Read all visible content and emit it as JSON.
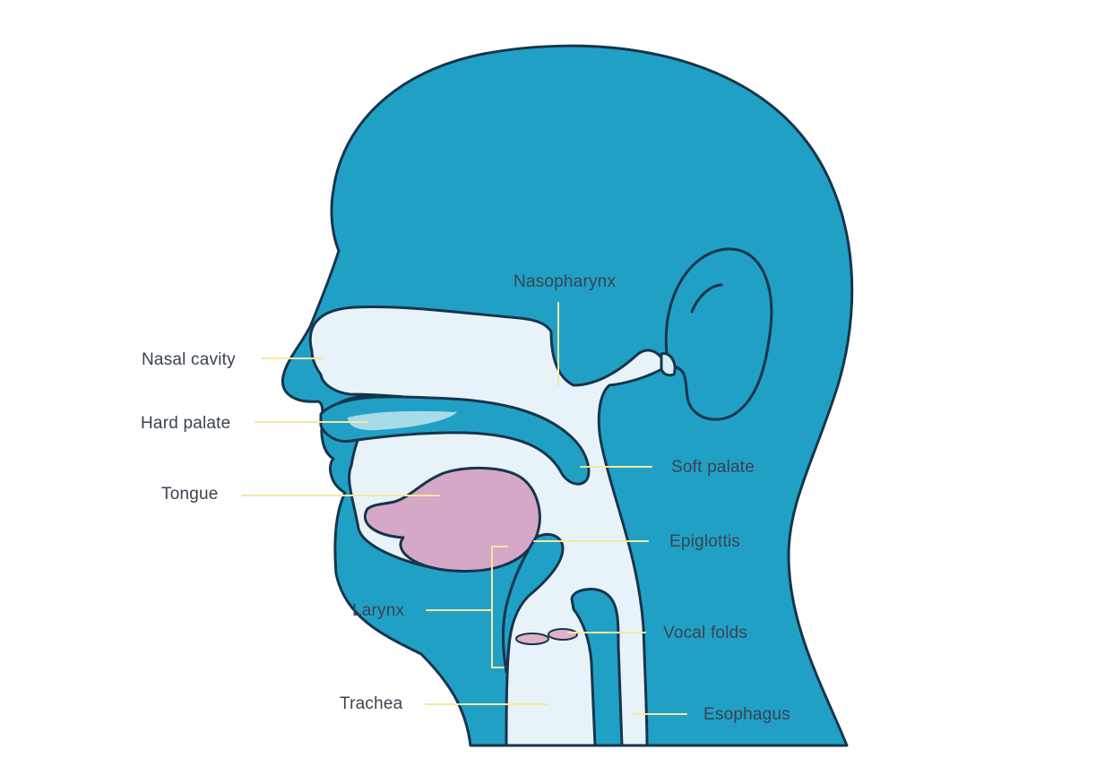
{
  "colors": {
    "head": "#21a0c6",
    "outline": "#16354c",
    "airway": "#e8f3f9",
    "hard_palate_highlight": "#a7dbe9",
    "tongue": "#d6a8c8",
    "vocal_folds": "#e3b1c6",
    "leader_line": "#f3e9a0",
    "label_text": "#3a4350"
  },
  "labels": {
    "nasopharynx": "Nasopharynx",
    "nasal_cavity": "Nasal cavity",
    "hard_palate": "Hard palate",
    "soft_palate": "Soft palate",
    "tongue": "Tongue",
    "epiglottis": "Epiglottis",
    "larynx": "Larynx",
    "vocal_folds": "Vocal folds",
    "trachea": "Trachea",
    "esophagus": "Esophagus"
  }
}
